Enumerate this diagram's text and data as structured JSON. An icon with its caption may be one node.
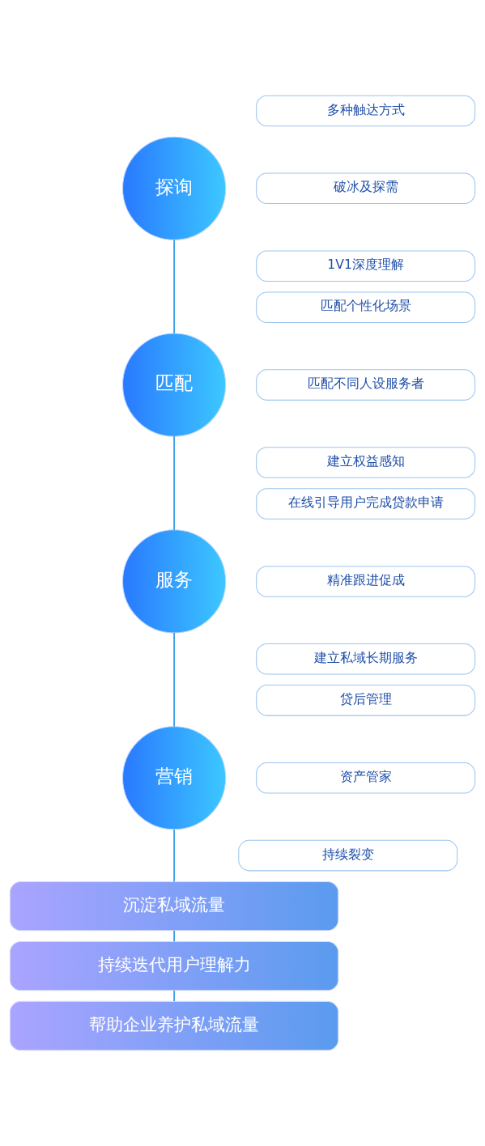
{
  "diagram": {
    "nodes": [
      {
        "text": [
          "探询"
        ]
      },
      {
        "text": [
          "多种触达方式"
        ]
      },
      {
        "text": [
          "破冰及探需"
        ]
      },
      {
        "text": [
          "1V1深度理解"
        ]
      },
      {
        "text": [
          "匹配"
        ]
      },
      {
        "text": [
          "匹配个性化场景"
        ]
      },
      {
        "text": [
          "匹配不同人设服务者"
        ]
      },
      {
        "text": [
          "建立权益感知"
        ]
      },
      {
        "text": [
          "服务"
        ]
      },
      {
        "text": [
          "在线引导用户完成贷款申请"
        ]
      },
      {
        "text": [
          "精准跟进促成"
        ]
      },
      {
        "text": [
          "建立私域长期服务"
        ]
      },
      {
        "text": [
          "营销"
        ]
      },
      {
        "text": [
          "贷后管理"
        ]
      },
      {
        "text": [
          "资产管家"
        ]
      },
      {
        "text": [
          "持续裂变"
        ]
      },
      {
        "text": [
          "沉淀私域流量"
        ]
      },
      {
        "text": [
          "持续迭代用户理解力"
        ]
      },
      {
        "text": [
          "帮助企业养护私域流量"
        ]
      }
    ],
    "edges": [
      {
        "from": 0,
        "to": 4,
        "arrow": "none"
      },
      {
        "from": 4,
        "to": 8,
        "arrow": "none"
      },
      {
        "from": 8,
        "to": 12,
        "arrow": "none"
      },
      {
        "from": 12,
        "to": 16,
        "arrow": "none"
      },
      {
        "from": 16,
        "to": 17,
        "arrow": "none"
      },
      {
        "from": 17,
        "to": 18,
        "arrow": "none"
      }
    ]
  }
}
